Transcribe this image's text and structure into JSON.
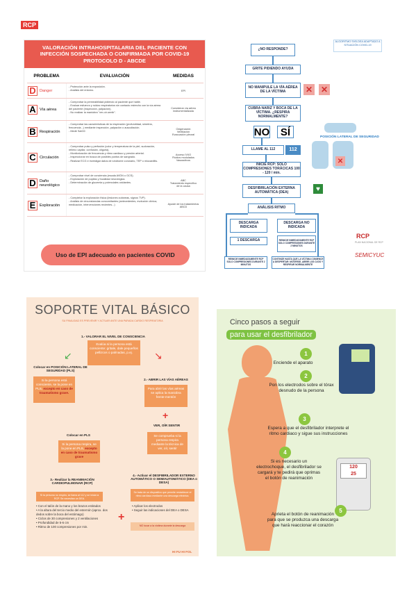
{
  "rcp_tag": "RCP",
  "panel1": {
    "title": "VALORACIÓN INTRAHOSPITALARIA DEL PACIENTE CON INFECCIÓN SOSPECHADA O CONFIRMADA POR COVID-19 PROTOCOLO D - ABCDE",
    "headers": [
      "PROBLEMA",
      "EVALUACIÓN",
      "MEDIDAS"
    ],
    "rows": [
      {
        "letter": "D",
        "problem": "Danger",
        "eval": "- Protección ante la exposición.\n- Análisis del entorno.",
        "measures": "EPI",
        "red": true
      },
      {
        "letter": "A",
        "problem": "Vía aérea",
        "eval": "- Comprobar la permeabilidad pidiendo al paciente que hable.\n- Evaluar esfuerzo y ruidos respiratorios sin contacto estrecho con la vía aérea del paciente (inspección, palpación).\n- No realizar la maniobra \"ver-oír-sentir\".",
        "measures": "Considerar vía aérea instrumentalizada",
        "red": false
      },
      {
        "letter": "B",
        "problem": "Respiración",
        "eval": "- Comprobar las características de la respiración (profundidad, simetría, frecuencia...) mediante inspección, palpación o auscultación.\n- Medir SatO2.",
        "measures": "Oxigenación\nVentilación\nEvacuación pleural",
        "red": false
      },
      {
        "letter": "C",
        "problem": "Circulación",
        "eval": "- Comprobar pulso y perfusión (color y temperatura de la piel, sudoración, relleno capilar, confusión, oliguria).\n- Monitorización de frecuencia y ritmo cardiaco y presión arterial.\n- Inspeccionar en busca de posibles puntos de sangrado.\n- Realizar ECG e investigar datos de síndrome coronario, TEP o miocarditis.",
        "measures": "Acceso IV/IO\nFluidos modulados\nVasoactivos",
        "red": false
      },
      {
        "letter": "D",
        "problem": "Daño neurológico",
        "eval": "- Comprobar nivel de conciencia (escala AVDN o GCS).\n- Exploración de pupilas y focalidad neurológica.\n- Determinación de glucemia y potenciales oxidantes.",
        "measures": "ABC\nTratamiento específico\nde la causa",
        "red": false
      },
      {
        "letter": "E",
        "problem": "Exploración",
        "eval": "- Completar la exploración física (lesiones cutáneas, signos TVP).\n- Análisis de circunstancias concomitantes (antecedentes, evolución clínica, medicación, intervenciones recientes...)",
        "measures": "Ayuste de los tratamientos ABCD",
        "red": false
      }
    ],
    "pill": "Uso de EPI adecuado en pacientes COVID"
  },
  "panel2": {
    "header": "ALGORITMO SVB-DEA ADAPTADO A SITUACIÓN COVID-19",
    "no_responde": "¿NO RESPONDE?",
    "grite": "GRITE PIDIENDO AYUDA",
    "no_manipule": "NO MANIPULE LA VÍA AÉREA DE LA VÍCTIMA",
    "cubra": "CUBRA NARIZ Y BOCA DE LA VÍCTIMA. ¿RESPIRA NORMALMENTE?",
    "no": "NO",
    "si": "SÍ",
    "posicion": "POSICIÓN LATERAL DE SEGURIDAD",
    "llame": "LLAME AL 112",
    "num112": "112",
    "inicie": "INICIE RCP: SOLO COMPRESIONES TORÁCICAS 100 - 120 / min.",
    "desfibrilacion": "DESFIBRILACIÓN EXTERNA AUTOMÁTICA (DEA)",
    "analisis": "ANÁLISIS RITMO",
    "descarga_indicada": "DESCARGA INDICADA",
    "descarga_no": "DESCARGA NO INDICADA",
    "una_descarga": "1 DESCARGA",
    "reinicie": "REINICIE INMEDIATAMENTE RCP SOLO COMPRESIONES DURANTE 2 MINUTOS",
    "reinicie2": "REINICIE INMEDIATAMENTE RCP SOLO COMPRESIONES DURANTE 2 MINUTOS",
    "continue": "CONTINÚE HASTA QUE LA VÍCTIMA COMIENCE A DESPERTAR: MOVERSE, ABRIR LOS OJOS Y RESPIRAR NORMALMENTE",
    "rcp_logo": "RCP",
    "rcp_logo_sub": "PLAN NACIONAL DE RCP",
    "semicyuc": "SEMICYUC"
  },
  "panel3": {
    "title": "SOPORTE VITAL BÁSICO",
    "subtitle": "SU FINALIDAD ES PREVENIR Y ACTUAR ANTE UNA PARADA CARDIO RESPIRATORIA",
    "s1_head": "1.- VALORAR EL NIVEL DE CONSCIENCIA",
    "s1_box": "Evalúa si la persona está consciente: gritale, dale pequeños pellizcos o palmadas, p.ej.",
    "pls_head": "Colocar en POSICIÓN LATERAL DE SEGURIDAD (PLS)",
    "pls_box1": "Si la persona está consciente, se la pone en PLS,",
    "pls_box1_red": "excepto en caso de traumatismo grave.",
    "s2_head": "2.- ABRIR LAS VÍAS AÉREAS",
    "s2_box": "Para abrir las vías aéreas se aplica la maniobra frente-mentón",
    "ver_head": "VER, OÍR SENTIR",
    "ver_box": "Se comprueba si la persona respira mediante la técnica de ver, oír, sentir",
    "pls2_head": "Colocar en PLS",
    "pls2_box": "Si la persona respira, se la pone en PLS,",
    "pls2_red": "excepto en caso de traumatismo grave",
    "s3_head": "3.- Realizar la REANIMACIÓN CARDIOPULMONAR (RCP)",
    "s3_box": "Si la persona no respira, se llama al 112 y se inicia la RCP. Se necesitan un DEA.",
    "s3_list": [
      "Con el talón de la mano y los brazos estirados",
      "A la altura del tercio medio del esternón (aprox. dos dedos sobre la boca del estómago)",
      "Ciclos de 30 compresiones y 2 ventilaciones",
      "Profundidad de 5-6 cm",
      "Ritmo de 100 compresiones por min."
    ],
    "s4_head": "4.- Activar el DESFIBRILADOR EXTERNO AUTOMÁTICO O SEMIAUTOMÁTICO (DEA o DESA)",
    "s4_box": "Se trata de un dispositivo que permite restablecer el ritmo cardíaco mediante una descarga eléctrica.",
    "s4_list": [
      "Aplicar los electrodos",
      "Seguir las indicaciones del DEA o DESA"
    ],
    "s4_warn": "NO tocar a la víctima durante la descarga",
    "footer": "HI FU HI FOL"
  },
  "panel4": {
    "title_line1": "Cinco pasos a seguir",
    "title_line2": "para usar el desfibrilador",
    "steps": [
      {
        "n": "1",
        "text": "Enciende el aparato"
      },
      {
        "n": "2",
        "text": "Pon los electrodos sobre el tórax desnudo de la persona"
      },
      {
        "n": "3",
        "text": "Espera a que el desfibrilador interprete el ritmo cardiaco y sigue sus instrucciones"
      },
      {
        "n": "4",
        "text": "Si es necesario un electrochoque, el desfibrilador se cargará y te pedirá que oprimas el botón de reanimación"
      },
      {
        "n": "5",
        "text": "Aprieta el botón de reanimación para que se produzca una descarga que hará reaccionar el corazón"
      }
    ],
    "screen_top": "120",
    "screen_bottom": "25"
  }
}
